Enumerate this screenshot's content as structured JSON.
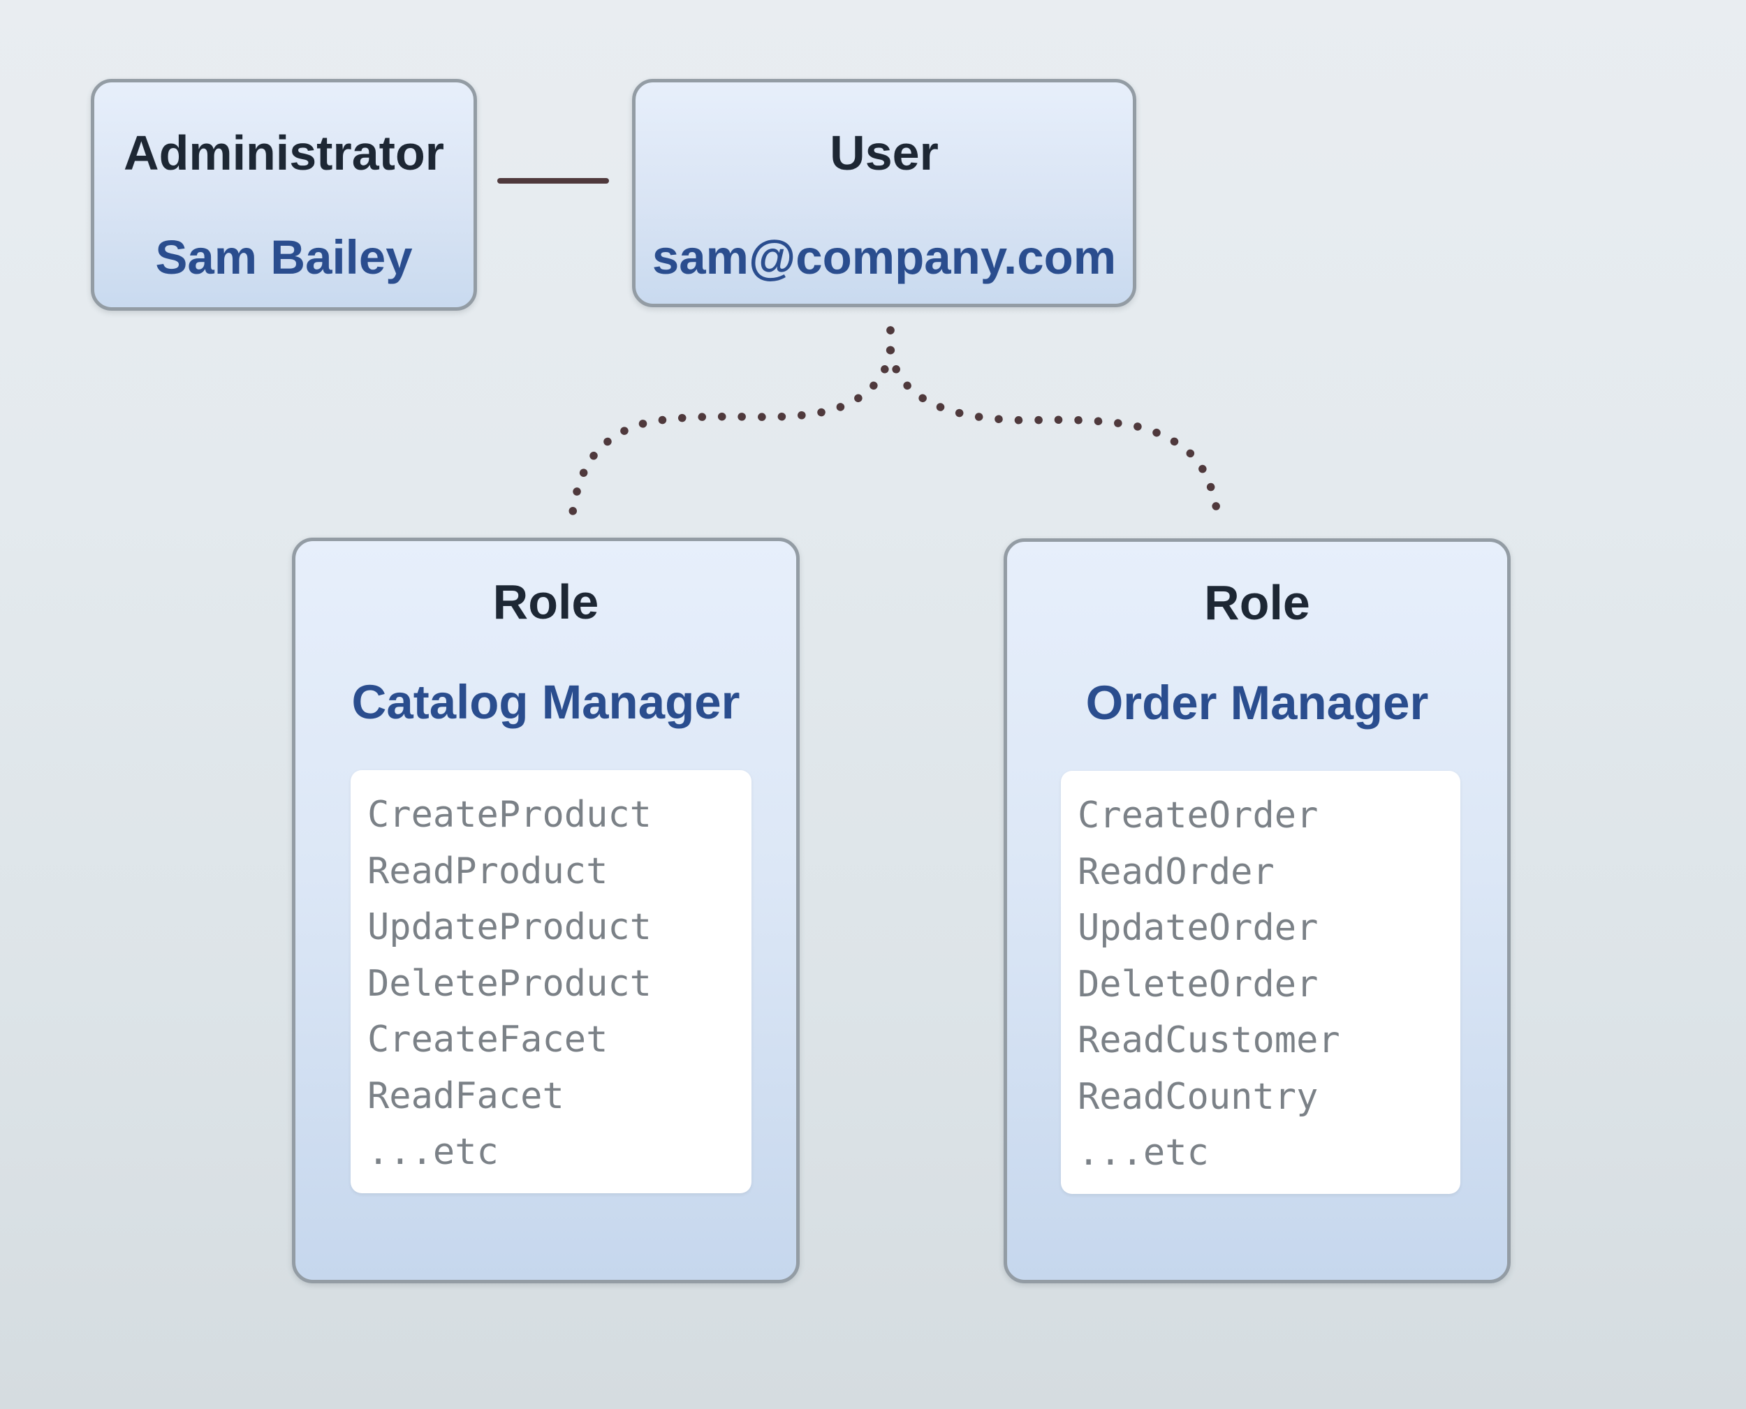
{
  "diagram": {
    "admin": {
      "type_label": "Administrator",
      "name": "Sam Bailey"
    },
    "user": {
      "type_label": "User",
      "email": "sam@company.com"
    },
    "roles": [
      {
        "type_label": "Role",
        "name": "Catalog Manager",
        "permissions": [
          "CreateProduct",
          "ReadProduct",
          "UpdateProduct",
          "DeleteProduct",
          "CreateFacet",
          "ReadFacet",
          "...etc"
        ]
      },
      {
        "type_label": "Role",
        "name": "Order Manager",
        "permissions": [
          "CreateOrder",
          "ReadOrder",
          "UpdateOrder",
          "DeleteOrder",
          "ReadCustomer",
          "ReadCountry",
          "...etc"
        ]
      }
    ],
    "colors": {
      "entity_type_text": "#1d2734",
      "entity_name_text": "#2a4d8e",
      "permission_text": "#7b8187",
      "box_border": "#939ca4",
      "box_fill_top": "#e7effb",
      "box_fill_bottom": "#c6d7ed",
      "panel_fill": "#ffffff",
      "connector": "#4f393c",
      "background_top": "#e9edf1",
      "background_bottom": "#d5dce0"
    }
  }
}
